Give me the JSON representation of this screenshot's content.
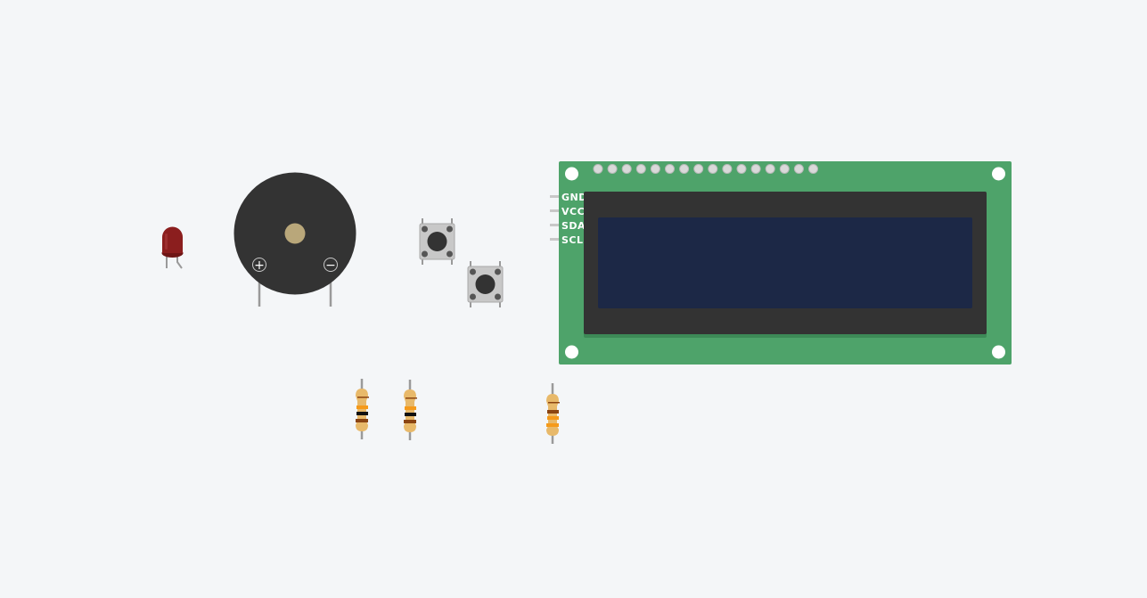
{
  "canvas": {
    "background": "#f4f6f8"
  },
  "components": {
    "led": {
      "name": "led-red",
      "color": "#8b1e1e"
    },
    "buzzer": {
      "name": "piezo-buzzer",
      "body_color": "#333333",
      "center_color": "#b9a77a",
      "plus_symbol": "+",
      "minus_symbol": "−"
    },
    "buttons": [
      {
        "name": "pushbutton-1"
      },
      {
        "name": "pushbutton-2"
      }
    ],
    "resistors": [
      {
        "name": "resistor-1",
        "bands": [
          "#8b4513",
          "#000000",
          "#f59a1b",
          "#d4a84b"
        ]
      },
      {
        "name": "resistor-2",
        "bands": [
          "#f59a1b",
          "#000000",
          "#f59a1b",
          "#d4a84b"
        ]
      },
      {
        "name": "resistor-3",
        "bands": [
          "#8b4513",
          "#f59a1b",
          "#f59a1b",
          "#d4a84b"
        ]
      }
    ],
    "lcd": {
      "name": "lcd-1602-i2c",
      "board_color": "#4ea36a",
      "bezel_color": "#333333",
      "screen_color": "#1c2846",
      "pin_labels": [
        "GND",
        "VCC",
        "SDA",
        "SCL"
      ],
      "header_pin_count": 16
    }
  }
}
